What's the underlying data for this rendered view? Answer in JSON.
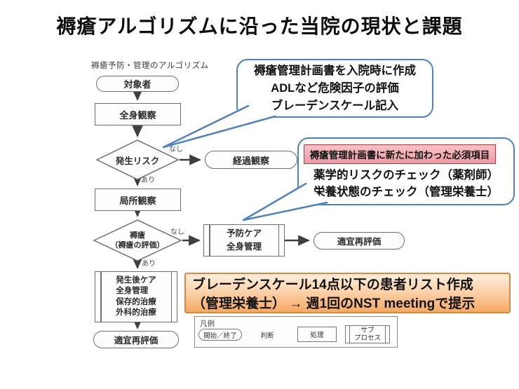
{
  "title": "褥瘡アルゴリズムに沿った当院の現状と課題",
  "flowchart": {
    "heading": "褥瘡予防・管理のアルゴリズム",
    "nodes": {
      "start": "対象者",
      "whole_body_obs": "全身観察",
      "risk_decision": "発生リスク",
      "follow_up": "経過観察",
      "local_obs": "局所観察",
      "ulcer_decision": [
        "褥瘡",
        "（褥瘡の評価）"
      ],
      "prevention": [
        "予防ケア",
        "全身管理"
      ],
      "reevaluate_right": "適宜再評価",
      "post_care": [
        "発生後ケア",
        "全身管理",
        "保存的治療",
        "外科的治療"
      ],
      "reevaluate_bottom": "適宜再評価"
    },
    "edge_labels": {
      "no": "なし",
      "yes": "あり"
    }
  },
  "callout_plan": {
    "lines": [
      "褥瘡管理計画書を入院時に作成",
      "ADLなど危険因子の評価",
      "ブレーデンスケール記入"
    ]
  },
  "callout_required": {
    "header": "褥瘡管理計画書に新たに加わった必須項目",
    "lines": [
      "薬学的リスクのチェック（薬剤師）",
      "栄養状態のチェック（管理栄養士）"
    ]
  },
  "highlight_box": {
    "lines": [
      "ブレーデンスケール14点以下の患者リスト作成",
      "（管理栄養士） → 週1回のNST meetingで提示"
    ]
  },
  "legend": {
    "title": "凡例",
    "start_end": "開始／終了",
    "decision": "判断",
    "process": "処理",
    "subprocess": [
      "サブ",
      "プロセス"
    ]
  },
  "colors": {
    "callout_border": "#4e81bd",
    "pink_fill": "#f3aeb5",
    "pink_border": "#b23a40",
    "orange_fill": "#f8b879",
    "orange_border": "#e0873f"
  }
}
